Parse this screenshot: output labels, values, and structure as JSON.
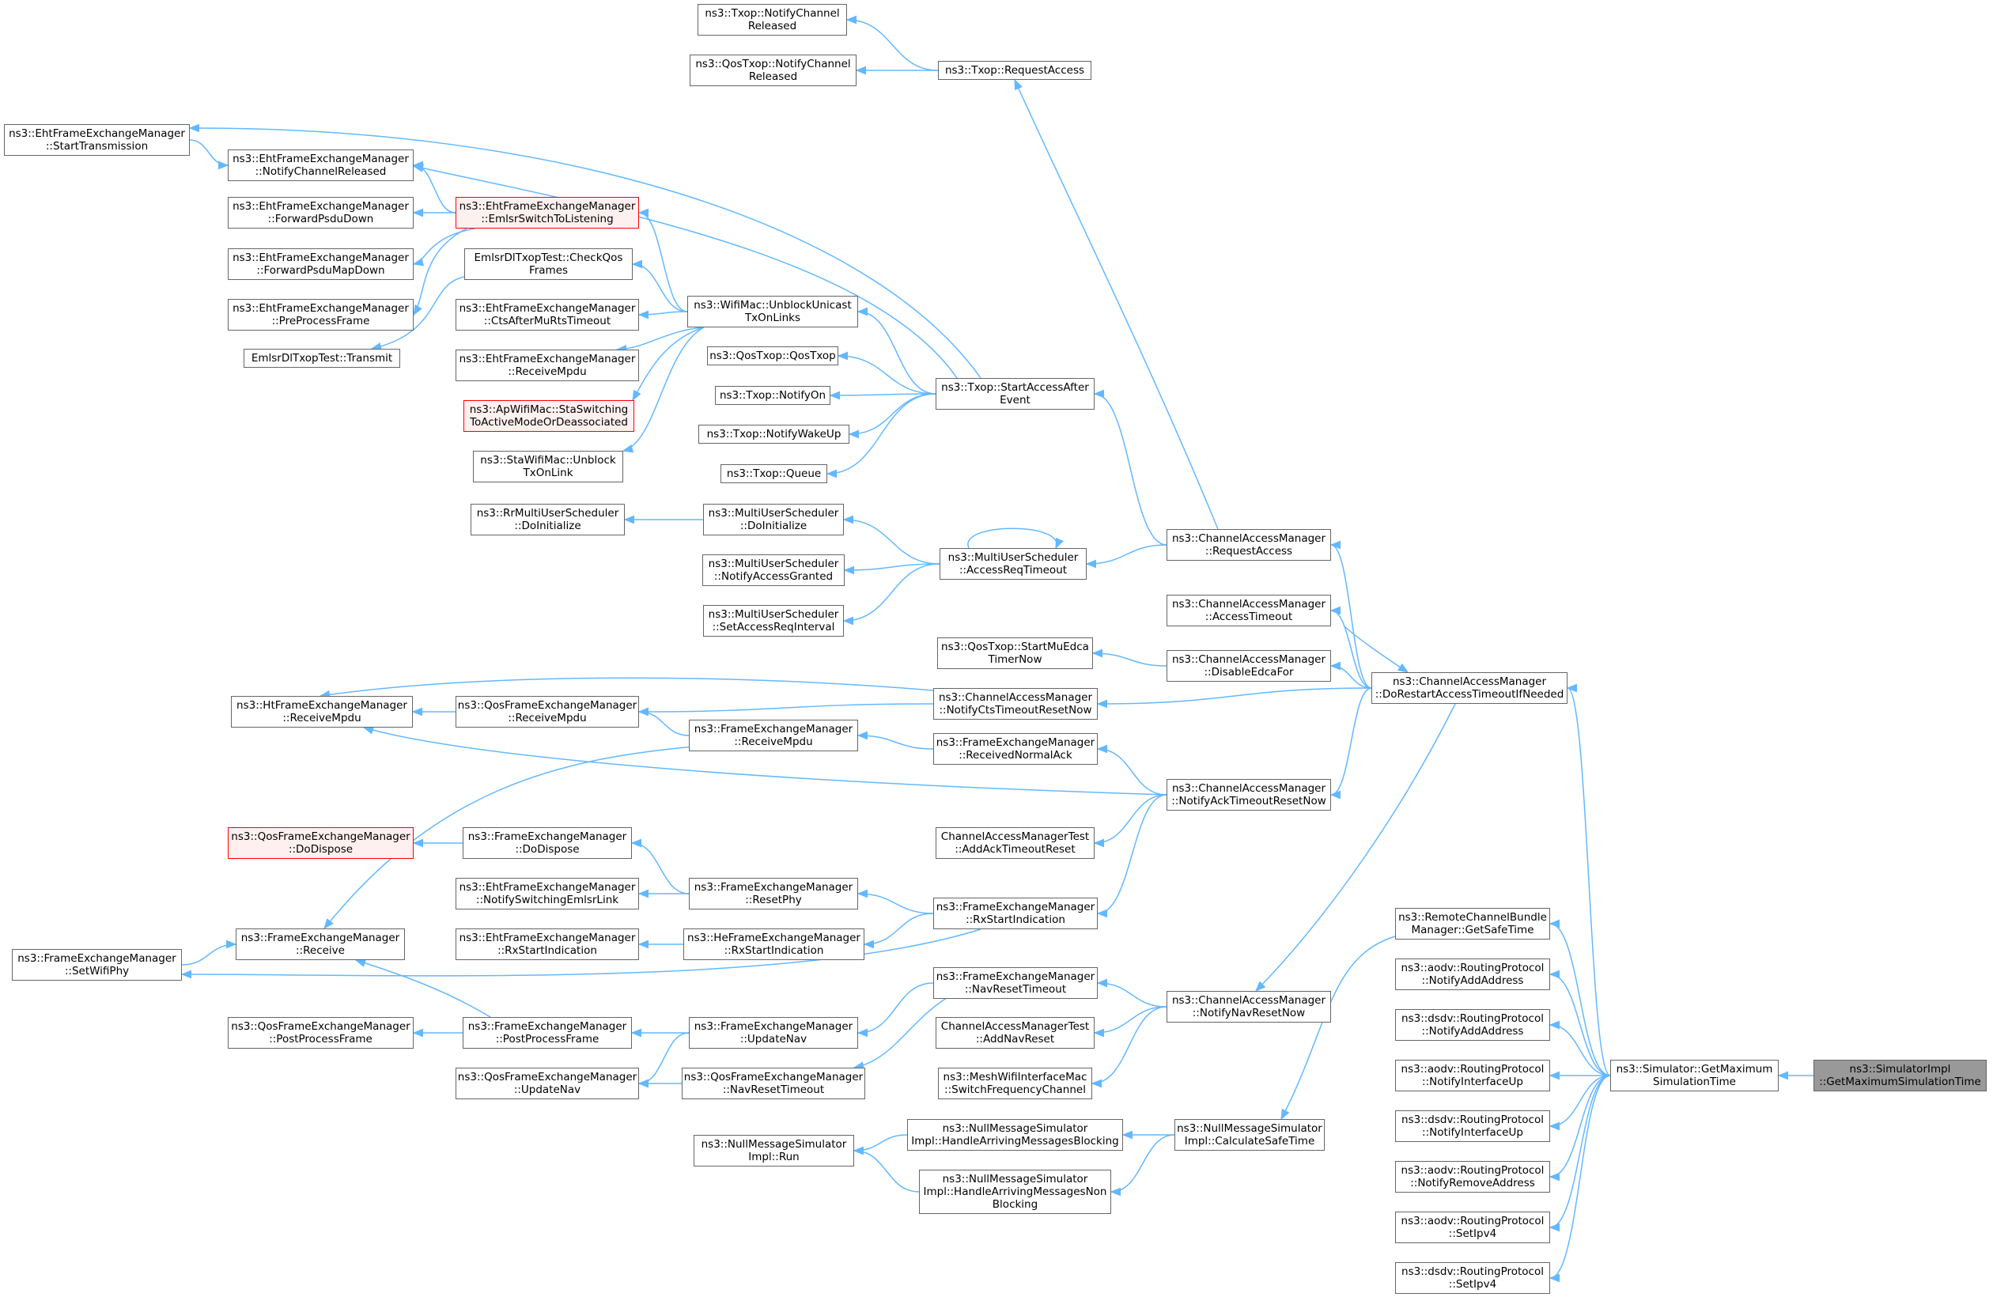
{
  "colors": {
    "edge": "#63b8ff",
    "border": "#666666",
    "highlight_border": "#ff0000",
    "highlight_fill": "#fff0f0",
    "current_fill": "#999999"
  },
  "nodes": [
    {
      "id": "n1",
      "l1": "ns3::Txop::NotifyChannel",
      "l2": "Released"
    },
    {
      "id": "n2",
      "l1": "ns3::QosTxop::NotifyChannel",
      "l2": "Released"
    },
    {
      "id": "n3",
      "l1": "ns3::Txop::RequestAccess",
      "l2": ""
    },
    {
      "id": "n4",
      "l1": "ns3::EhtFrameExchangeManager",
      "l2": "::StartTransmission"
    },
    {
      "id": "n5",
      "l1": "ns3::EhtFrameExchangeManager",
      "l2": "::NotifyChannelReleased"
    },
    {
      "id": "n6",
      "l1": "ns3::EhtFrameExchangeManager",
      "l2": "::EmlsrSwitchToListening",
      "hl": true
    },
    {
      "id": "n7",
      "l1": "ns3::EhtFrameExchangeManager",
      "l2": "::ForwardPsduDown"
    },
    {
      "id": "n8",
      "l1": "ns3::EhtFrameExchangeManager",
      "l2": "::ForwardPsduMapDown"
    },
    {
      "id": "n9",
      "l1": "ns3::EhtFrameExchangeManager",
      "l2": "::PreProcessFrame"
    },
    {
      "id": "n10",
      "l1": "EmlsrDlTxopTest::Transmit",
      "l2": ""
    },
    {
      "id": "n11",
      "l1": "EmlsrDlTxopTest::CheckQos",
      "l2": "Frames"
    },
    {
      "id": "n12",
      "l1": "ns3::EhtFrameExchangeManager",
      "l2": "::CtsAfterMuRtsTimeout"
    },
    {
      "id": "n13",
      "l1": "ns3::EhtFrameExchangeManager",
      "l2": "::ReceiveMpdu"
    },
    {
      "id": "n14",
      "l1": "ns3::ApWifiMac::StaSwitching",
      "l2": "ToActiveModeOrDeassociated",
      "hl": true
    },
    {
      "id": "n15",
      "l1": "ns3::StaWifiMac::Unblock",
      "l2": "TxOnLink"
    },
    {
      "id": "n16",
      "l1": "ns3::WifiMac::UnblockUnicast",
      "l2": "TxOnLinks"
    },
    {
      "id": "n17",
      "l1": "ns3::QosTxop::QosTxop",
      "l2": ""
    },
    {
      "id": "n18",
      "l1": "ns3::Txop::NotifyOn",
      "l2": ""
    },
    {
      "id": "n19",
      "l1": "ns3::Txop::NotifyWakeUp",
      "l2": ""
    },
    {
      "id": "n20",
      "l1": "ns3::Txop::Queue",
      "l2": ""
    },
    {
      "id": "n21",
      "l1": "ns3::Txop::StartAccessAfter",
      "l2": "Event"
    },
    {
      "id": "n22",
      "l1": "ns3::RrMultiUserScheduler",
      "l2": "::DoInitialize"
    },
    {
      "id": "n23",
      "l1": "ns3::MultiUserScheduler",
      "l2": "::DoInitialize"
    },
    {
      "id": "n24",
      "l1": "ns3::MultiUserScheduler",
      "l2": "::NotifyAccessGranted"
    },
    {
      "id": "n25",
      "l1": "ns3::MultiUserScheduler",
      "l2": "::SetAccessReqInterval"
    },
    {
      "id": "n26",
      "l1": "ns3::MultiUserScheduler",
      "l2": "::AccessReqTimeout"
    },
    {
      "id": "n27",
      "l1": "ns3::ChannelAccessManager",
      "l2": "::RequestAccess"
    },
    {
      "id": "n28",
      "l1": "ns3::ChannelAccessManager",
      "l2": "::AccessTimeout"
    },
    {
      "id": "n29",
      "l1": "ns3::QosTxop::StartMuEdca",
      "l2": "TimerNow"
    },
    {
      "id": "n30",
      "l1": "ns3::ChannelAccessManager",
      "l2": "::DisableEdcaFor"
    },
    {
      "id": "n31",
      "l1": "ns3::ChannelAccessManager",
      "l2": "::DoRestartAccessTimeoutIfNeeded"
    },
    {
      "id": "n32",
      "l1": "ns3::HtFrameExchangeManager",
      "l2": "::ReceiveMpdu"
    },
    {
      "id": "n33",
      "l1": "ns3::QosFrameExchangeManager",
      "l2": "::ReceiveMpdu"
    },
    {
      "id": "n34",
      "l1": "ns3::FrameExchangeManager",
      "l2": "::ReceiveMpdu"
    },
    {
      "id": "n35",
      "l1": "ns3::ChannelAccessManager",
      "l2": "::NotifyCtsTimeoutResetNow"
    },
    {
      "id": "n36",
      "l1": "ns3::FrameExchangeManager",
      "l2": "::ReceivedNormalAck"
    },
    {
      "id": "n37",
      "l1": "ns3::ChannelAccessManager",
      "l2": "::NotifyAckTimeoutResetNow"
    },
    {
      "id": "n38",
      "l1": "ChannelAccessManagerTest",
      "l2": "::AddAckTimeoutReset"
    },
    {
      "id": "n39",
      "l1": "ns3::QosFrameExchangeManager",
      "l2": "::DoDispose",
      "hl": true
    },
    {
      "id": "n40",
      "l1": "ns3::FrameExchangeManager",
      "l2": "::DoDispose"
    },
    {
      "id": "n41",
      "l1": "ns3::EhtFrameExchangeManager",
      "l2": "::NotifySwitchingEmlsrLink"
    },
    {
      "id": "n42",
      "l1": "ns3::FrameExchangeManager",
      "l2": "::ResetPhy"
    },
    {
      "id": "n43",
      "l1": "ns3::FrameExchangeManager",
      "l2": "::RxStartIndication"
    },
    {
      "id": "n44",
      "l1": "ns3::EhtFrameExchangeManager",
      "l2": "::RxStartIndication"
    },
    {
      "id": "n45",
      "l1": "ns3::HeFrameExchangeManager",
      "l2": "::RxStartIndication"
    },
    {
      "id": "n46",
      "l1": "ns3::FrameExchangeManager",
      "l2": "::SetWifiPhy"
    },
    {
      "id": "n47",
      "l1": "ns3::FrameExchangeManager",
      "l2": "::Receive"
    },
    {
      "id": "n48",
      "l1": "ns3::FrameExchangeManager",
      "l2": "::NavResetTimeout"
    },
    {
      "id": "n49",
      "l1": "ChannelAccessManagerTest",
      "l2": "::AddNavReset"
    },
    {
      "id": "n50",
      "l1": "ns3::ChannelAccessManager",
      "l2": "::NotifyNavResetNow"
    },
    {
      "id": "n51",
      "l1": "ns3::QosFrameExchangeManager",
      "l2": "::PostProcessFrame"
    },
    {
      "id": "n52",
      "l1": "ns3::FrameExchangeManager",
      "l2": "::PostProcessFrame"
    },
    {
      "id": "n53",
      "l1": "ns3::FrameExchangeManager",
      "l2": "::UpdateNav"
    },
    {
      "id": "n54",
      "l1": "ns3::MeshWifiInterfaceMac",
      "l2": "::SwitchFrequencyChannel"
    },
    {
      "id": "n55",
      "l1": "ns3::QosFrameExchangeManager",
      "l2": "::UpdateNav"
    },
    {
      "id": "n56",
      "l1": "ns3::QosFrameExchangeManager",
      "l2": "::NavResetTimeout"
    },
    {
      "id": "n57",
      "l1": "ns3::NullMessageSimulator",
      "l2": "Impl::Run"
    },
    {
      "id": "n58",
      "l1": "ns3::NullMessageSimulator",
      "l2": "Impl::HandleArrivingMessagesBlocking"
    },
    {
      "id": "n59",
      "l1": "ns3::NullMessageSimulator",
      "l2": "Impl::HandleArrivingMessagesNon",
      "l3": "Blocking"
    },
    {
      "id": "n60",
      "l1": "ns3::NullMessageSimulator",
      "l2": "Impl::CalculateSafeTime"
    },
    {
      "id": "n61",
      "l1": "ns3::RemoteChannelBundle",
      "l2": "Manager::GetSafeTime"
    },
    {
      "id": "n62",
      "l1": "ns3::aodv::RoutingProtocol",
      "l2": "::NotifyAddAddress"
    },
    {
      "id": "n63",
      "l1": "ns3::dsdv::RoutingProtocol",
      "l2": "::NotifyAddAddress"
    },
    {
      "id": "n64",
      "l1": "ns3::aodv::RoutingProtocol",
      "l2": "::NotifyInterfaceUp"
    },
    {
      "id": "n65",
      "l1": "ns3::dsdv::RoutingProtocol",
      "l2": "::NotifyInterfaceUp"
    },
    {
      "id": "n66",
      "l1": "ns3::aodv::RoutingProtocol",
      "l2": "::NotifyRemoveAddress"
    },
    {
      "id": "n67",
      "l1": "ns3::aodv::RoutingProtocol",
      "l2": "::SetIpv4"
    },
    {
      "id": "n68",
      "l1": "ns3::dsdv::RoutingProtocol",
      "l2": "::SetIpv4"
    },
    {
      "id": "n69",
      "l1": "ns3::Simulator::GetMaximum",
      "l2": "SimulationTime"
    },
    {
      "id": "n70",
      "l1": "ns3::SimulatorImpl",
      "l2": "::GetMaximumSimulationTime",
      "cur": true
    }
  ]
}
